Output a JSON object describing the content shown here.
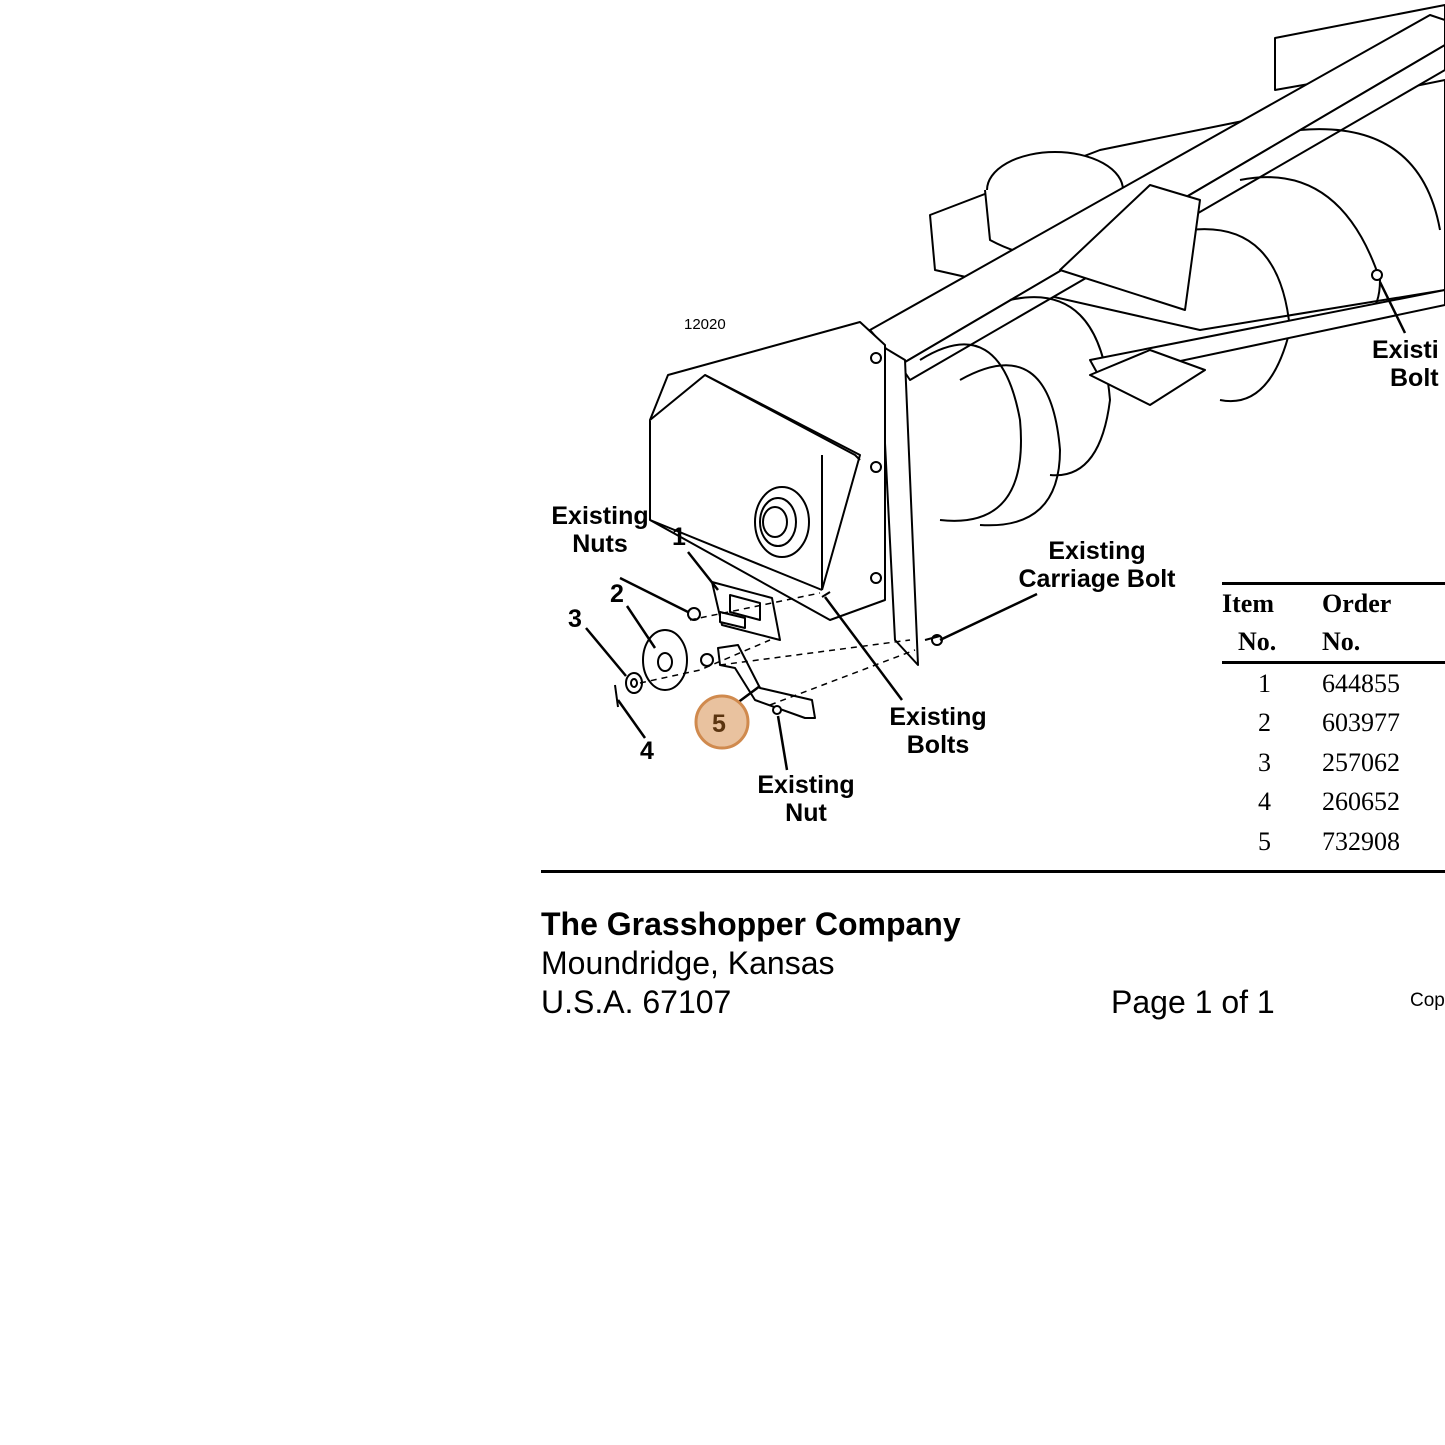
{
  "figure": {
    "id": "12020",
    "labels": {
      "existing_nuts": [
        "Existing",
        "Nuts"
      ],
      "existing_carriage_bolt": [
        "Existing",
        "Carriage Bolt"
      ],
      "existing_bolts_left": [
        "Existing",
        "Bolts"
      ],
      "existing_bolts_right": [
        "Existi",
        "Bolt"
      ],
      "existing_nut": [
        "Existing",
        "Nut"
      ]
    },
    "callouts": [
      "1",
      "2",
      "3",
      "4",
      "5"
    ],
    "highlighted_callout": "5",
    "highlight_color": "#e9c29f",
    "highlight_stroke": "#d08a4e"
  },
  "parts_table": {
    "headers": [
      [
        "Item",
        "No."
      ],
      [
        "Order",
        "No."
      ]
    ],
    "rows": [
      {
        "item": "1",
        "order": "644855"
      },
      {
        "item": "2",
        "order": "603977"
      },
      {
        "item": "3",
        "order": "257062"
      },
      {
        "item": "4",
        "order": "260652"
      },
      {
        "item": "5",
        "order": "732908"
      }
    ]
  },
  "footer": {
    "company": "The Grasshopper Company",
    "city": "Moundridge, Kansas",
    "address": "U.S.A. 67107",
    "page": "Page 1 of 1",
    "copyright": "Cop"
  }
}
